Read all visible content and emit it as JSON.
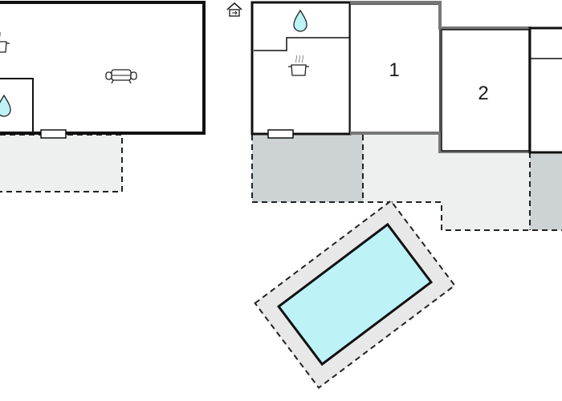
{
  "floorplan": {
    "rooms": [
      {
        "id": "left-living-area",
        "icon": "sofa-icon"
      },
      {
        "id": "left-kitchen-area",
        "icon": "cooking-pot-icon"
      },
      {
        "id": "left-bathroom",
        "icon": "water-drop-icon"
      },
      {
        "id": "right-bathroom",
        "icon": "water-drop-icon"
      },
      {
        "id": "right-kitchen",
        "icon": "cooking-pot-icon"
      },
      {
        "id": "bedroom-1",
        "label": "1"
      },
      {
        "id": "bedroom-2",
        "label": "2"
      }
    ],
    "entrance_icon": "house-entrance-icon",
    "terrace_fill": "#eef0f0",
    "covered_terrace_fill": "#cdd3d5",
    "pool_color": "#bdf2f7",
    "pool_surround_fill": "#e8e8e8",
    "wall_color": "#1a1a1a"
  }
}
